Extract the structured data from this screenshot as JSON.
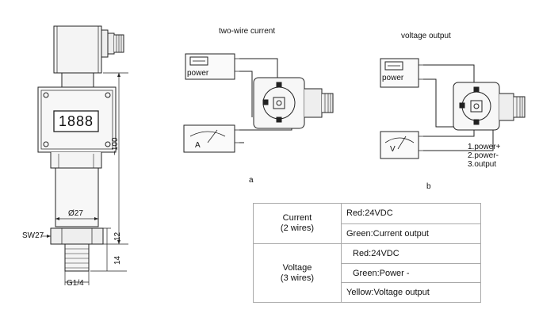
{
  "diagram_a": {
    "title": "two-wire current",
    "power_label": "power",
    "meter_symbol": "A",
    "caption": "a"
  },
  "diagram_b": {
    "title": "voltage output",
    "power_label": "power",
    "meter_symbol": "V",
    "pin_notes": [
      "1.power+",
      "2.power-",
      "3.output"
    ],
    "caption": "b"
  },
  "sensor": {
    "display_value": "1888",
    "dimension_diameter": "Ø27",
    "dimension_height": "~100",
    "dimension_12": "12",
    "dimension_14": "14",
    "wrench_size": "SW27",
    "thread": "G1/4"
  },
  "wiring_table": {
    "groups": [
      {
        "name_line1": "Current",
        "name_line2": "(2 wires)",
        "rows": [
          "Red:24VDC",
          "Green:Current output"
        ]
      },
      {
        "name_line1": "Voltage",
        "name_line2": "(3 wires)",
        "rows": [
          "Red:24VDC",
          "Green:Power -",
          "Yellow:Voltage output"
        ]
      }
    ]
  }
}
